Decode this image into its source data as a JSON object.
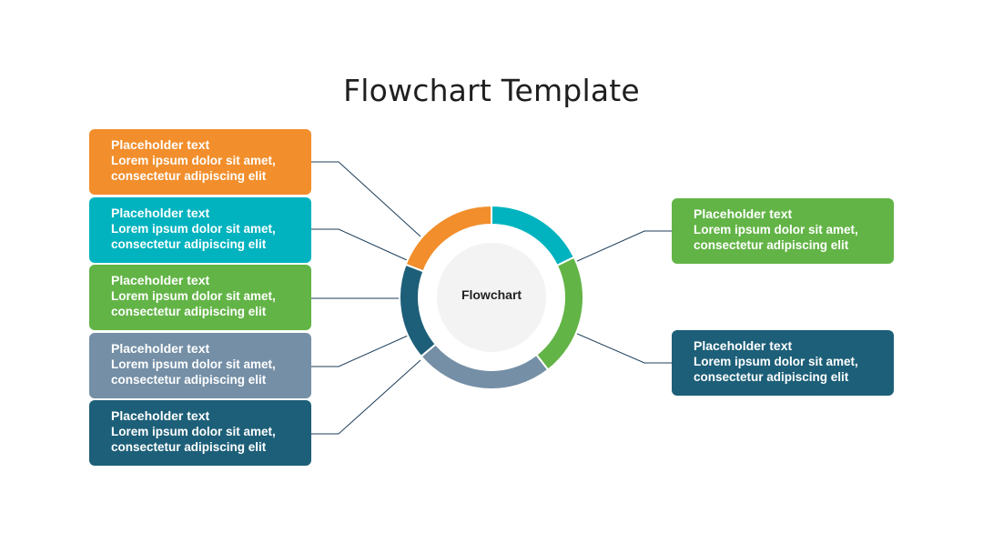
{
  "title": "Flowchart Template",
  "center_label": "Flowchart",
  "colors": {
    "orange": "#F28E2B",
    "teal": "#00B3BF",
    "green": "#62B446",
    "slate": "#748FA6",
    "navy": "#1D5F78",
    "center_fill": "#F3F3F3",
    "connector": "#1D3E5A"
  },
  "left_cards": [
    {
      "title": "Placeholder text",
      "body": "Lorem ipsum dolor sit amet,\nconsectetur adipiscing elit",
      "color": "#F28E2B"
    },
    {
      "title": "Placeholder text",
      "body": "Lorem ipsum dolor sit amet,\nconsectetur adipiscing elit",
      "color": "#00B3BF"
    },
    {
      "title": "Placeholder text",
      "body": "Lorem ipsum dolor sit amet,\nconsectetur adipiscing elit",
      "color": "#62B446"
    },
    {
      "title": "Placeholder text",
      "body": "Lorem ipsum dolor sit amet,\nconsectetur adipiscing elit",
      "color": "#748FA6"
    },
    {
      "title": "Placeholder text",
      "body": "Lorem ipsum dolor sit amet,\nconsectetur adipiscing elit",
      "color": "#1D5F78"
    }
  ],
  "right_cards": [
    {
      "title": "Placeholder text",
      "body": "Lorem ipsum dolor sit amet,\nconsectetur adipiscing elit",
      "color": "#62B446"
    },
    {
      "title": "Placeholder text",
      "body": "Lorem ipsum dolor sit amet,\nconsectetur adipiscing elit",
      "color": "#1D5F78"
    }
  ]
}
